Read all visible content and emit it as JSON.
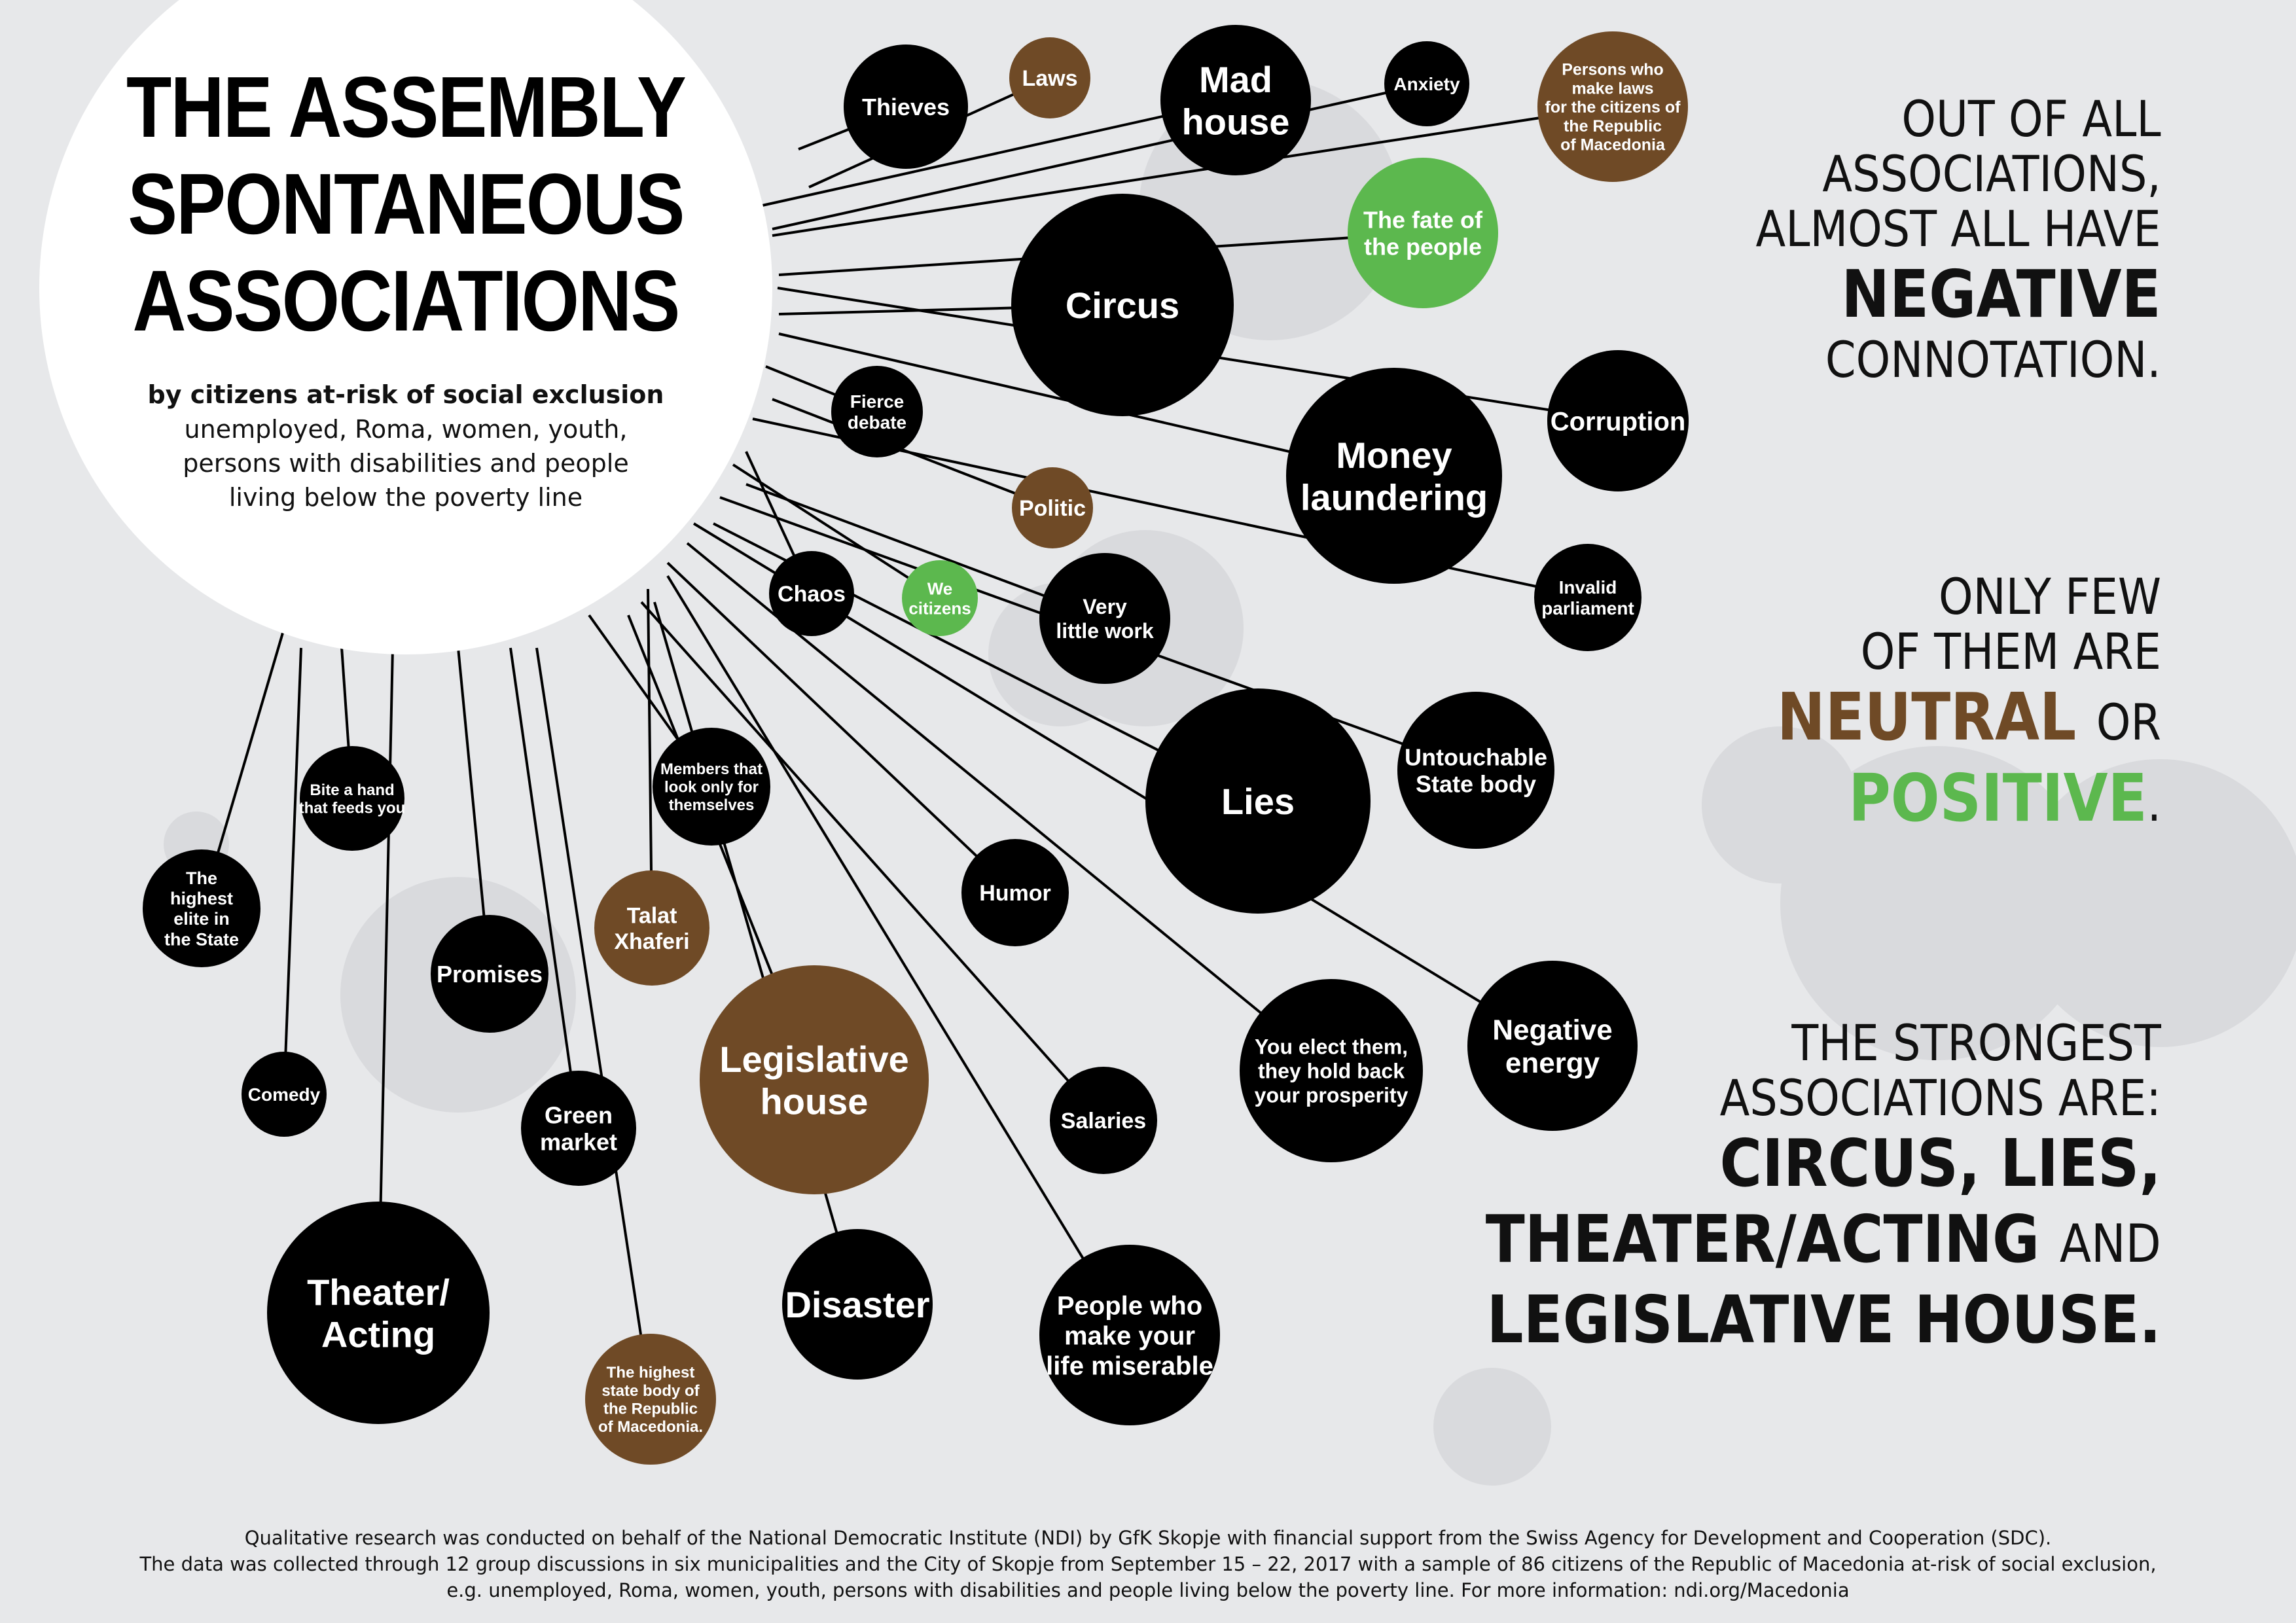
{
  "header": {
    "title_lines": [
      "THE ASSEMBLY",
      "SPONTANEOUS",
      "ASSOCIATIONS"
    ],
    "subtitle_bold": "by citizens at-risk of social exclusion",
    "subtitle_lines": [
      "unemployed, Roma, women, youth,",
      "persons with disabilities and people",
      "living below the poverty line"
    ]
  },
  "summary": {
    "p1": [
      "OUT OF ALL",
      "ASSOCIATIONS,",
      "ALMOST ALL HAVE"
    ],
    "p1_bold": "NEGATIVE",
    "p1_end": "CONNOTATION.",
    "p2": [
      "ONLY FEW",
      "OF THEM ARE"
    ],
    "p2_neutral": "NEUTRAL",
    "p2_or": "OR",
    "p2_positive": "POSITIVE",
    "p2_dot": ".",
    "p3": [
      "THE STRONGEST",
      "ASSOCIATIONS ARE:"
    ],
    "p3_line1": "CIRCUS, LIES,",
    "p3_line2_bold": "THEATER/ACTING",
    "p3_line2_and": "AND",
    "p3_line3": "LEGISLATIVE HOUSE."
  },
  "colors": {
    "negative": "#000000",
    "neutral": "#6f4a26",
    "positive": "#5cb84e",
    "background": "#e7e8ea"
  },
  "associations": [
    {
      "lines": [
        "Thieves"
      ],
      "connotation": "negative"
    },
    {
      "lines": [
        "Laws"
      ],
      "connotation": "neutral"
    },
    {
      "lines": [
        "Mad",
        "house"
      ],
      "connotation": "negative"
    },
    {
      "lines": [
        "Anxiety"
      ],
      "connotation": "negative"
    },
    {
      "lines": [
        "Persons who",
        "make laws",
        "for the citizens of",
        "the Republic",
        "of Macedonia"
      ],
      "connotation": "neutral"
    },
    {
      "lines": [
        "The fate of",
        "the people"
      ],
      "connotation": "positive"
    },
    {
      "lines": [
        "Circus"
      ],
      "connotation": "negative"
    },
    {
      "lines": [
        "Corruption"
      ],
      "connotation": "negative"
    },
    {
      "lines": [
        "Money",
        "laundering"
      ],
      "connotation": "negative"
    },
    {
      "lines": [
        "Fierce",
        "debate"
      ],
      "connotation": "negative"
    },
    {
      "lines": [
        "Politic"
      ],
      "connotation": "neutral"
    },
    {
      "lines": [
        "Invalid",
        "parliament"
      ],
      "connotation": "negative"
    },
    {
      "lines": [
        "Chaos"
      ],
      "connotation": "negative"
    },
    {
      "lines": [
        "We",
        "citizens"
      ],
      "connotation": "positive"
    },
    {
      "lines": [
        "Very",
        "little work"
      ],
      "connotation": "negative"
    },
    {
      "lines": [
        "Untouchable",
        "State body"
      ],
      "connotation": "negative"
    },
    {
      "lines": [
        "Lies"
      ],
      "connotation": "negative"
    },
    {
      "lines": [
        "Bite a hand",
        "that feeds you"
      ],
      "connotation": "negative"
    },
    {
      "lines": [
        "Members that",
        "look only for",
        "themselves"
      ],
      "connotation": "negative"
    },
    {
      "lines": [
        "The",
        "highest",
        "elite in",
        "the State"
      ],
      "connotation": "negative"
    },
    {
      "lines": [
        "Humor"
      ],
      "connotation": "negative"
    },
    {
      "lines": [
        "Talat",
        "Xhaferi"
      ],
      "connotation": "neutral"
    },
    {
      "lines": [
        "Promises"
      ],
      "connotation": "negative"
    },
    {
      "lines": [
        "Legislative",
        "house"
      ],
      "connotation": "neutral"
    },
    {
      "lines": [
        "You elect them,",
        "they hold back",
        "your prosperity"
      ],
      "connotation": "negative"
    },
    {
      "lines": [
        "Negative",
        "energy"
      ],
      "connotation": "negative"
    },
    {
      "lines": [
        "Comedy"
      ],
      "connotation": "negative"
    },
    {
      "lines": [
        "Green",
        "market"
      ],
      "connotation": "negative"
    },
    {
      "lines": [
        "Salaries"
      ],
      "connotation": "negative"
    },
    {
      "lines": [
        "Theater/",
        "Acting"
      ],
      "connotation": "negative"
    },
    {
      "lines": [
        "Disaster"
      ],
      "connotation": "negative"
    },
    {
      "lines": [
        "People who",
        "make your",
        "life miserable"
      ],
      "connotation": "negative"
    },
    {
      "lines": [
        "The highest",
        "state body of",
        "the Republic",
        "of Macedonia."
      ],
      "connotation": "neutral"
    }
  ],
  "footer": {
    "lines": [
      "Qualitative research was conducted on behalf of the National Democratic Institute (NDI) by GfK Skopje with financial support from the Swiss Agency for Development and Cooperation (SDC).",
      "The data was collected through 12 group discussions in six municipalities and the City of Skopje from September 15  – 22, 2017 with a sample of 86 citizens of the Republic of Macedonia at-risk of social exclusion,",
      "e.g. unemployed, Roma, women, youth, persons with disabilities and people living below the poverty line.  For more information: ndi.org/Macedonia"
    ]
  }
}
